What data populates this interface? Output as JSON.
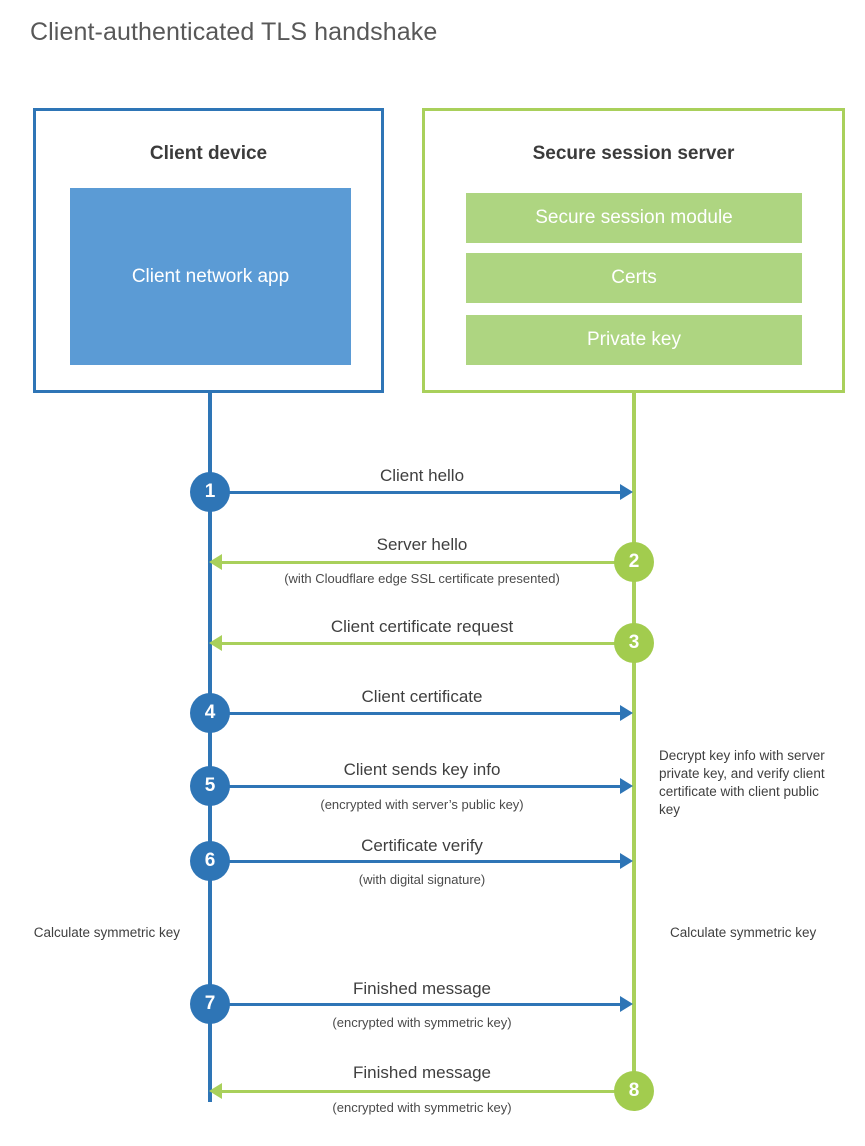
{
  "title": "Client-authenticated TLS handshake",
  "colors": {
    "blue_stroke": "#2E75B6",
    "blue_fill": "#5B9BD5",
    "green_stroke": "#A9D05B",
    "green_fill": "#AED581",
    "green_badge": "#A2CC4E",
    "title_text": "#585858",
    "body_text": "#3F3F3F"
  },
  "client": {
    "title": "Client device",
    "app_label": "Client network app"
  },
  "server": {
    "title": "Secure session server",
    "blocks": [
      {
        "label": "Secure session module"
      },
      {
        "label": "Certs"
      },
      {
        "label": "Private key"
      }
    ]
  },
  "messages": [
    {
      "step": "1",
      "label": "Client hello",
      "sublabel": "",
      "direction": "client-to-server",
      "color": "blue"
    },
    {
      "step": "2",
      "label": "Server hello",
      "sublabel": "(with Cloudflare edge SSL certificate presented)",
      "direction": "server-to-client",
      "color": "green"
    },
    {
      "step": "3",
      "label": "Client certificate request",
      "sublabel": "",
      "direction": "server-to-client",
      "color": "green"
    },
    {
      "step": "4",
      "label": "Client certificate",
      "sublabel": "",
      "direction": "client-to-server",
      "color": "blue"
    },
    {
      "step": "5",
      "label": "Client sends key info",
      "sublabel": "(encrypted with server’s public key)",
      "direction": "client-to-server",
      "color": "blue"
    },
    {
      "step": "6",
      "label": "Certificate verify",
      "sublabel": "(with digital signature)",
      "direction": "client-to-server",
      "color": "blue"
    },
    {
      "step": "7",
      "label": "Finished message",
      "sublabel": "(encrypted with symmetric key)",
      "direction": "client-to-server",
      "color": "blue"
    },
    {
      "step": "8",
      "label": "Finished message",
      "sublabel": "(encrypted with symmetric key)",
      "direction": "server-to-client",
      "color": "green"
    }
  ],
  "notes": {
    "server_decrypt": "Decrypt key info with server private key, and verify client certificate with client public key",
    "client_calculate": "Calculate symmetric key",
    "server_calculate": "Calculate symmetric key"
  }
}
